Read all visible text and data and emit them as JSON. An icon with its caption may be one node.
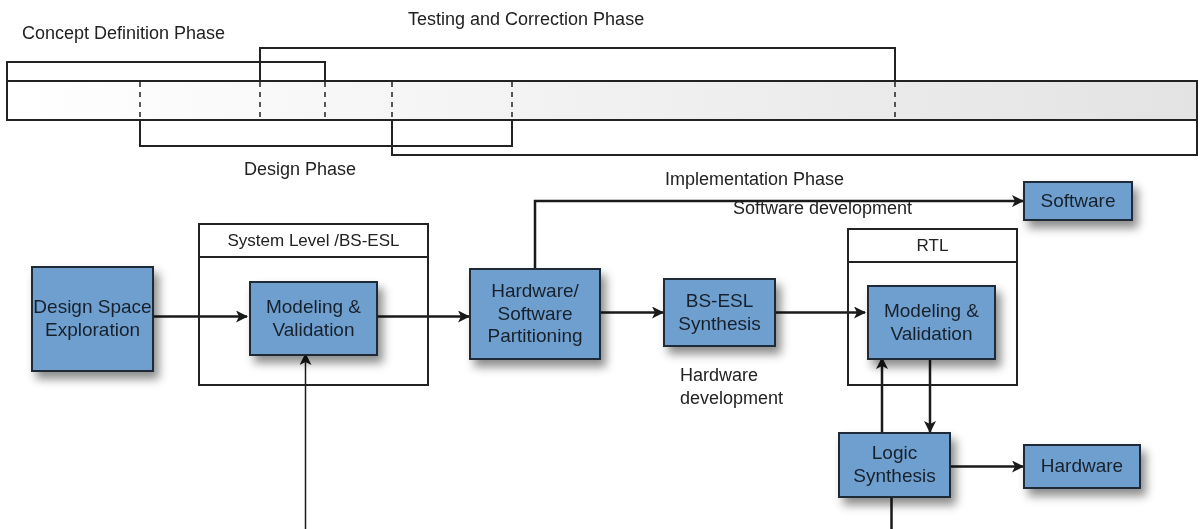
{
  "diagram": {
    "nodes": [
      {
        "text": [
          "Design Space Exploration"
        ]
      },
      {
        "text": [
          "System Level /BS-ESL"
        ]
      },
      {
        "text": [
          "Modeling & Validation"
        ],
        "in": 1
      },
      {
        "text": [
          "Hardware/ Software Partitioning"
        ]
      },
      {
        "text": [
          "BS-ESL Synthesis"
        ]
      },
      {
        "text": [
          "RTL"
        ]
      },
      {
        "text": [
          "Modeling & Validation"
        ],
        "in": 5
      },
      {
        "text": [
          "Software"
        ]
      },
      {
        "text": [
          "Logic Synthesis"
        ]
      },
      {
        "text": [
          "Hardware"
        ]
      }
    ],
    "edges": [
      {
        "from": 0,
        "to": 2,
        "arrow": "to"
      },
      {
        "from": 2,
        "to": 3,
        "arrow": "to"
      },
      {
        "from": 3,
        "to": 4,
        "arrow": "to"
      },
      {
        "from": 4,
        "to": 6,
        "arrow": "to"
      },
      {
        "from": 3,
        "to": 7,
        "arrow": "to"
      },
      {
        "from": 6,
        "to": 8,
        "arrow": "to"
      },
      {
        "from": 8,
        "to": 6,
        "arrow": "to"
      },
      {
        "from": 8,
        "to": 9,
        "arrow": "to"
      },
      {
        "from": null,
        "to": 2,
        "arrow": "to"
      },
      {
        "from": 8,
        "to": null,
        "arrow": "none"
      }
    ],
    "labels": [
      "Concept Definition Phase",
      "Testing and Correction Phase",
      "Design Phase",
      "Implementation Phase",
      "Software development",
      "Hardware development"
    ]
  }
}
